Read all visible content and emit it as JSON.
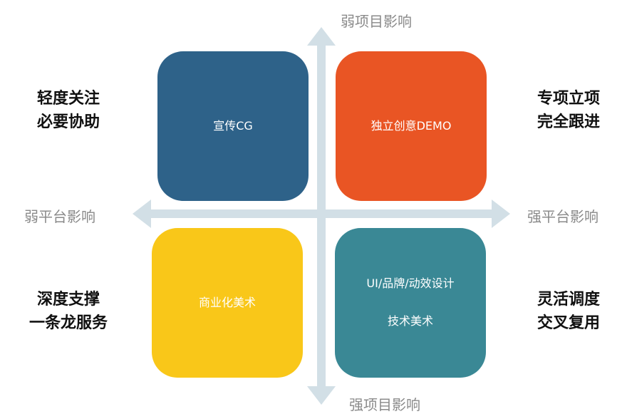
{
  "axes": {
    "top": "弱项目影响",
    "bottom": "强项目影响",
    "left": "弱平台影响",
    "right": "强平台影响",
    "color": "#d2dfe6"
  },
  "quadrants": {
    "top_left": {
      "lines": [
        "宣传CG"
      ],
      "color": "#2e6289"
    },
    "top_right": {
      "lines": [
        "独立创意DEMO"
      ],
      "color": "#e95524"
    },
    "bottom_left": {
      "lines": [
        "商业化美术"
      ],
      "color": "#f9c719"
    },
    "bottom_right": {
      "lines": [
        "UI/品牌/动效设计",
        "技术美术"
      ],
      "color": "#3a8895"
    }
  },
  "side_labels": {
    "top_left": [
      "轻度关注",
      "必要协助"
    ],
    "top_right": [
      "专项立项",
      "完全跟进"
    ],
    "bottom_left": [
      "深度支撑",
      "一条龙服务"
    ],
    "bottom_right": [
      "灵活调度",
      "交叉复用"
    ]
  }
}
